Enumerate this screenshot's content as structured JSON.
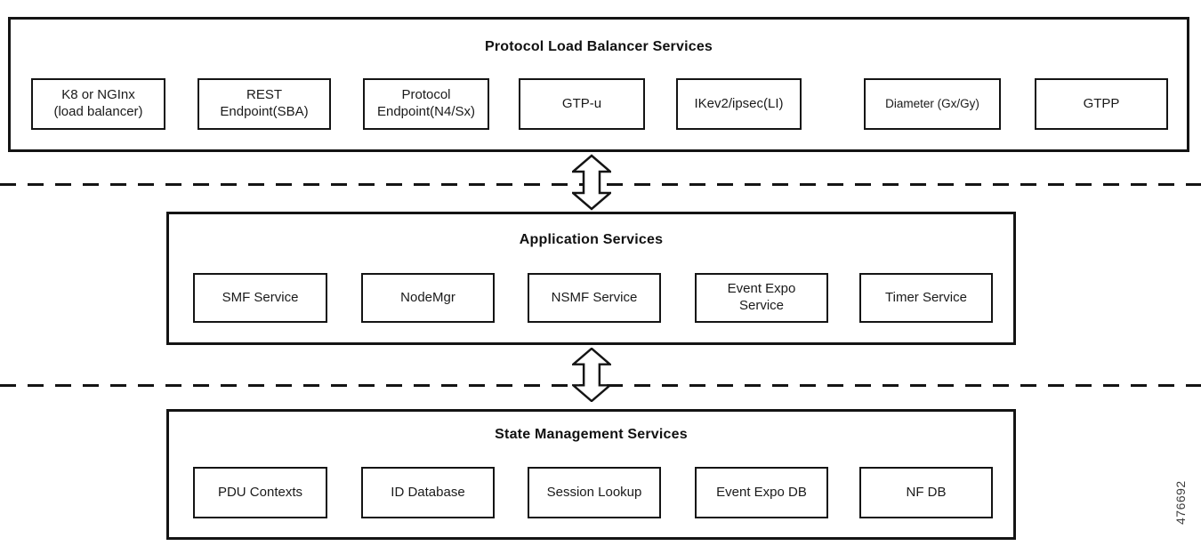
{
  "figure": {
    "number": "476692"
  },
  "colors": {
    "line": "#141414",
    "background": "#ffffff",
    "text": "#1a1a1a"
  },
  "layers": {
    "protocol": {
      "title": "Protocol Load Balancer Services",
      "boxes": [
        {
          "label": "K8 or NGInx\n(load balancer)"
        },
        {
          "label": "REST\nEndpoint(SBA)"
        },
        {
          "label": "Protocol\nEndpoint(N4/Sx)"
        },
        {
          "label": "GTP-u"
        },
        {
          "label": "IKev2/ipsec(LI)"
        },
        {
          "label": "Diameter (Gx/Gy)"
        },
        {
          "label": "GTPP"
        }
      ]
    },
    "application": {
      "title": "Application Services",
      "boxes": [
        {
          "label": "SMF Service"
        },
        {
          "label": "NodeMgr"
        },
        {
          "label": "NSMF Service"
        },
        {
          "label": "Event Expo\nService"
        },
        {
          "label": "Timer Service"
        }
      ]
    },
    "state": {
      "title": "State Management Services",
      "boxes": [
        {
          "label": "PDU Contexts"
        },
        {
          "label": "ID Database"
        },
        {
          "label": "Session Lookup"
        },
        {
          "label": "Event Expo DB"
        },
        {
          "label": "NF DB"
        }
      ]
    }
  }
}
